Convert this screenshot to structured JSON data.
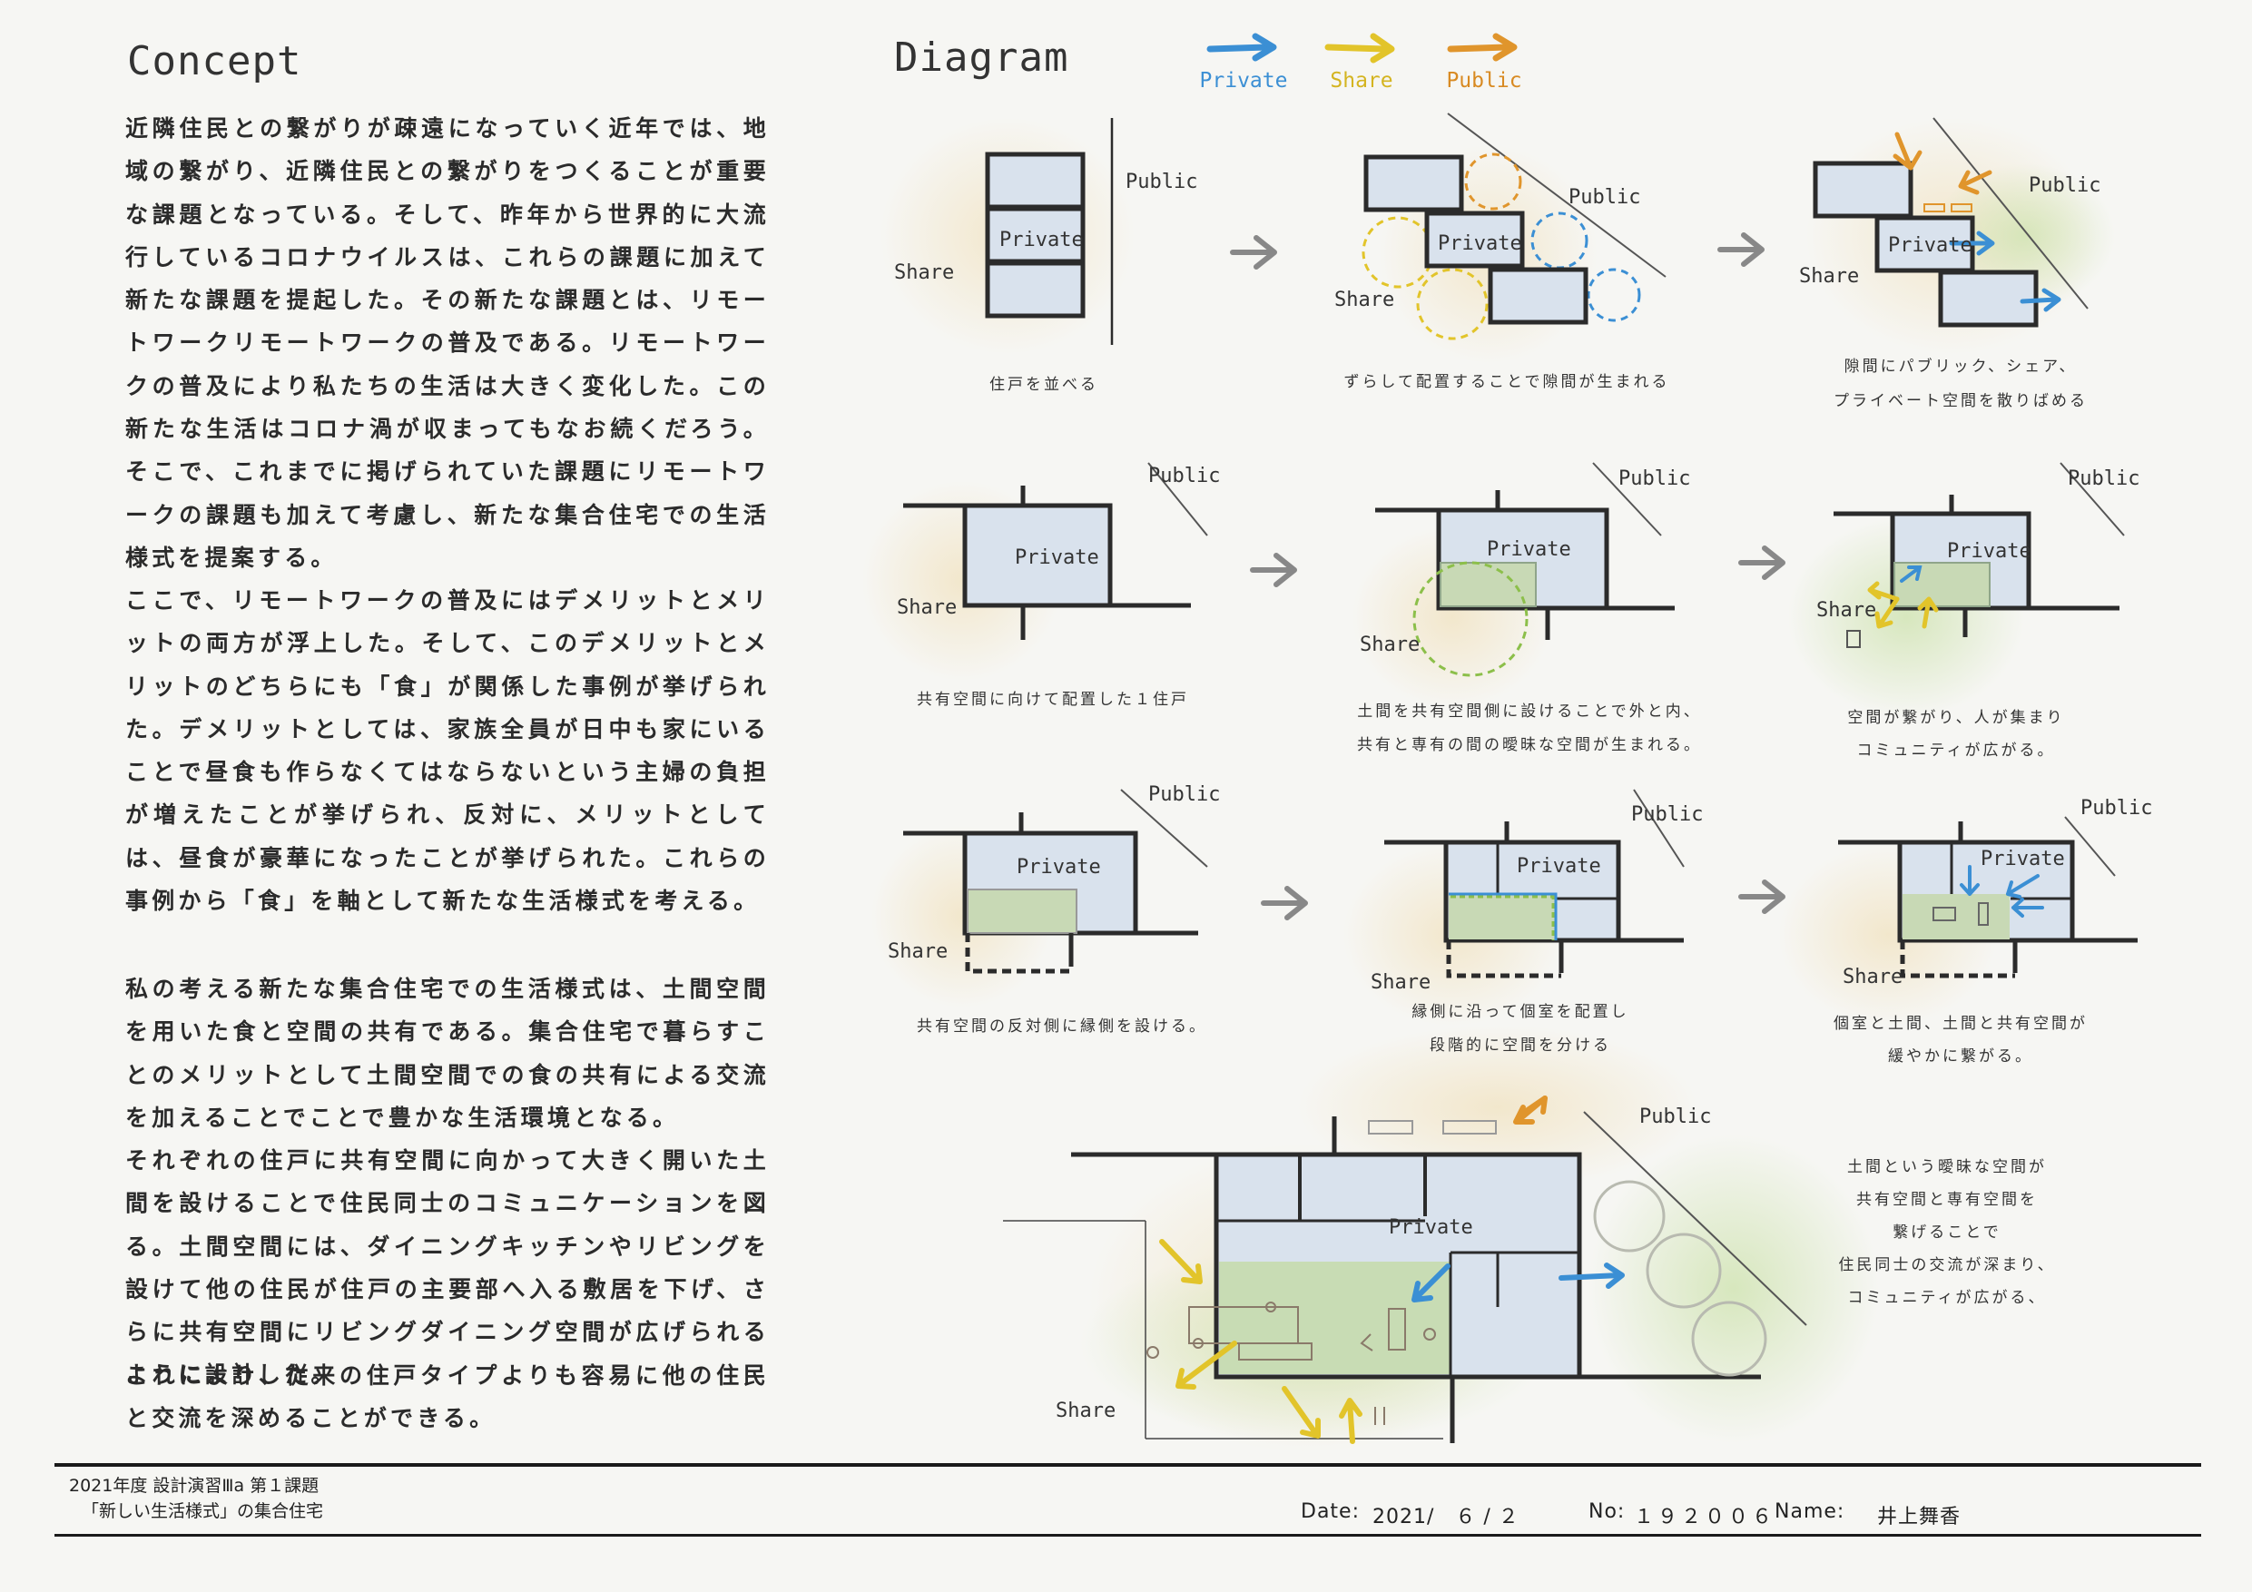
{
  "concept": {
    "title": "Concept",
    "paragraphs": [
      "近隣住民との繋がりが疎遠になっていく近年では、地域の繋がり、近隣住民との繋がりをつくることが重要な課題となっている。そして、昨年から世界的に大流行しているコロナウイルスは、これらの課題に加えて新たな課題を提起した。その新たな課題とは、リモートワークリモートワークの普及である。リモートワークの普及により私たちの生活は大きく変化した。この新たな生活はコロナ渦が収まってもなお続くだろう。そこで、これまでに掲げられていた課題にリモートワークの課題も加えて考慮し、新たな集合住宅での生活様式を提案する。",
      "ここで、リモートワークの普及にはデメリットとメリットの両方が浮上した。そして、このデメリットとメリットのどちらにも「食」が関係した事例が挙げられた。デメリットとしては、家族全員が日中も家にいることで昼食も作らなくてはならないという主婦の負担が増えたことが挙げられ、反対に、メリットとしては、昼食が豪華になったことが挙げられた。これらの事例から「食」を軸として新たな生活様式を考える。",
      "私の考える新たな集合住宅での生活様式は、土間空間を用いた食と空間の共有である。集合住宅で暮らすことのメリットとして土間空間での食の共有による交流を加えることでことで豊かな生活環境となる。",
      "それぞれの住戸に共有空間に向かって大きく開いた土間を設けることで住民同士のコミュニケーションを図る。土間空間には、ダイニングキッチンやリビングを設けて他の住民が住戸の主要部へ入る敷居を下げ、さらに共有空間にリビングダイニング空間が広げられるように設計した。",
      "これにより、従来の住戸タイプよりも容易に他の住民と交流を深めることができる。"
    ]
  },
  "diagram": {
    "title": "Diagram",
    "legend": [
      {
        "label": "Private",
        "color": "#3b8fd4"
      },
      {
        "label": "Share",
        "color": "#e2c42a"
      },
      {
        "label": "Public",
        "color": "#e0952c"
      }
    ],
    "labels": {
      "private": "Private",
      "share": "Share",
      "public": "Public"
    },
    "captions": {
      "r1c1": "住戸を並べる",
      "r1c2": "ずらして配置することで隙間が生まれる",
      "r1c3a": "隙間にパブリック、シェア、",
      "r1c3b": "プライベート空間を散りばめる",
      "r2c1": "共有空間に向けて配置した１住戸",
      "r2c2a": "土間を共有空間側に設けることで外と内、",
      "r2c2b": "共有と専有の間の曖昧な空間が生まれる。",
      "r2c3a": "空間が繋がり、人が集まり",
      "r2c3b": "コミュニティが広がる。",
      "r3c1": "共有空間の反対側に縁側を設ける。",
      "r3c2a": "縁側に沿って個室を配置し",
      "r3c2b": "段階的に空間を分ける",
      "r3c3a": "個室と土間、土間と共有空間が",
      "r3c3b": "緩やかに繋がる。",
      "final": [
        "土間という曖昧な空間が",
        "共有空間と専有空間を",
        "繋げることで",
        "住民同士の交流が深まり、",
        "コミュニティが広がる、"
      ]
    }
  },
  "footer": {
    "course_line1": "2021年度 設計演習Ⅲa 第１課題",
    "course_line2": "「新しい生活様式」の集合住宅",
    "date_label": "Date:",
    "date_value": "2021/　６ / ２",
    "no_label": "No:",
    "no_value": "１９２００６",
    "name_label": "Name:",
    "name_value": "井上舞香"
  }
}
